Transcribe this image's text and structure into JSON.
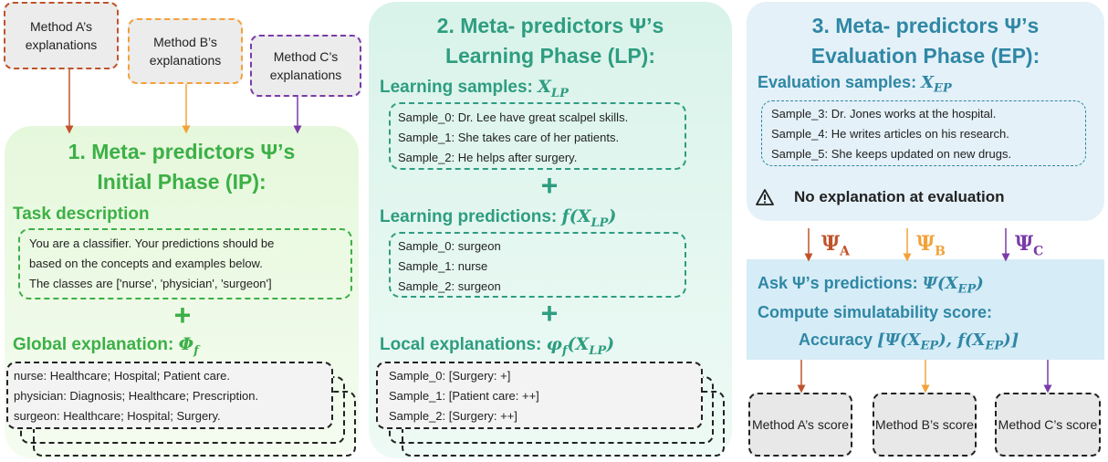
{
  "methods": [
    {
      "explanations_label": "Method A’s explanations",
      "score_label": "Method A’s score",
      "color": "#c0532b",
      "psi": "Ψ",
      "psi_sub": "A"
    },
    {
      "explanations_label": "Method B’s explanations",
      "score_label": "Method B’s score",
      "color": "#f2a23a",
      "psi": "Ψ",
      "psi_sub": "B"
    },
    {
      "explanations_label": "Method C’s explanations",
      "score_label": "Method C’s score",
      "color": "#7a3aa8",
      "psi": "Ψ",
      "psi_sub": "C"
    }
  ],
  "initial_phase": {
    "title_line1": "1. Meta- predictors Ψ’s",
    "title_line2": "Initial Phase (IP):",
    "task_heading": "Task description",
    "task_lines": [
      "You are a classifier. Your predictions should be",
      "based on the concepts and examples below.",
      "The classes are ['nurse', 'physician', 'surgeon']"
    ],
    "plus": "+",
    "global_heading": "Global explanation:",
    "global_symbol": "Φ",
    "global_symbol_sub": "f",
    "global_lines": [
      "nurse: Healthcare; Hospital; Patient care.",
      "physician: Diagnosis; Healthcare; Prescription.",
      "surgeon: Healthcare; Hospital; Surgery."
    ]
  },
  "learning_phase": {
    "title_line1": "2. Meta- predictors Ψ’s",
    "title_line2": "Learning Phase (LP):",
    "samples_heading": "Learning samples:",
    "samples_symbol": "X",
    "samples_symbol_sub": "LP",
    "samples": [
      "Sample_0: Dr. Lee have great scalpel skills.",
      "Sample_1: She takes care of her patients.",
      "Sample_2: He helps after surgery."
    ],
    "plus1": "+",
    "predictions_heading": "Learning predictions:",
    "predictions_symbol": "f(X",
    "predictions_symbol_sub": "LP",
    "predictions_symbol_close": ")",
    "predictions": [
      "Sample_0: surgeon",
      "Sample_1: nurse",
      "Sample_2: surgeon"
    ],
    "plus2": "+",
    "local_heading": "Local explanations:",
    "local_symbol": "φ",
    "local_symbol_sub": "f",
    "local_symbol_rest": "(X",
    "local_symbol_sub2": "LP",
    "local_symbol_close": ")",
    "local": [
      "Sample_0: [Surgery: +]",
      "Sample_1: [Patient care: ++]",
      "Sample_2: [Surgery: ++]"
    ]
  },
  "evaluation_phase": {
    "title_line1": "3. Meta- predictors Ψ’s",
    "title_line2": "Evaluation Phase (EP):",
    "samples_heading": "Evaluation samples:",
    "samples_symbol": "X",
    "samples_symbol_sub": "EP",
    "samples": [
      "Sample_3: Dr. Jones works at the hospital.",
      "Sample_4: He writes articles on his research.",
      "Sample_5: She keeps updated on new drugs."
    ],
    "warning_icon": "warning-icon",
    "warning_text": "No explanation at evaluation",
    "ask_heading": "Ask Ψ’s predictions:",
    "ask_symbol": "Ψ(X",
    "ask_symbol_sub": "EP",
    "ask_symbol_close": ")",
    "compute_heading": "Compute simulatability score:",
    "accuracy_label": "Accuracy",
    "accuracy_formula_a": "[Ψ(X",
    "accuracy_formula_a_sub": "EP",
    "accuracy_formula_b": "), f(X",
    "accuracy_formula_b_sub": "EP",
    "accuracy_formula_c": ")]"
  }
}
